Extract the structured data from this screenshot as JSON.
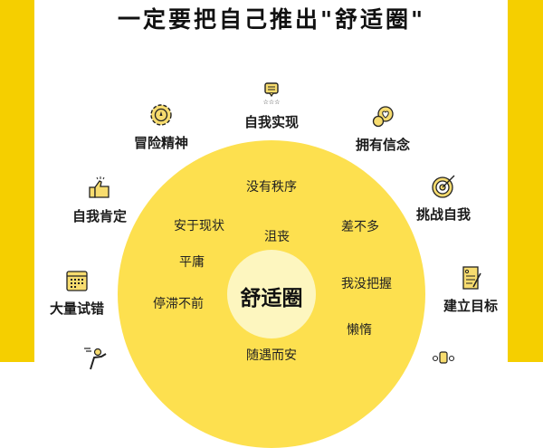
{
  "title": "一定要把自己推出\"舒适圈\"",
  "colors": {
    "border_yellow": "#f5cf00",
    "outer_circle": "#fde04f",
    "inner_circle": "#fdf6bf",
    "icon_fill": "#f7dc6f",
    "text": "#1a1a1a"
  },
  "center": {
    "label": "舒适圈"
  },
  "inside_words": [
    {
      "text": "没有秩序"
    },
    {
      "text": "安于现状"
    },
    {
      "text": "沮丧"
    },
    {
      "text": "差不多"
    },
    {
      "text": "平庸"
    },
    {
      "text": "我没把握"
    },
    {
      "text": "停滞不前"
    },
    {
      "text": "懒惰"
    },
    {
      "text": "随遇而安"
    }
  ],
  "outside_nodes": [
    {
      "label": "自我实现",
      "icon": "review-stars-icon"
    },
    {
      "label": "冒险精神",
      "icon": "gear-icon"
    },
    {
      "label": "拥有信念",
      "icon": "heart-chat-icon"
    },
    {
      "label": "自我肯定",
      "icon": "thumbs-up-icon"
    },
    {
      "label": "挑战自我",
      "icon": "target-arrow-icon"
    },
    {
      "label": "大量试错",
      "icon": "calendar-icon"
    },
    {
      "label": "建立目标",
      "icon": "document-pen-icon"
    },
    {
      "label": "",
      "icon": "running-person-icon"
    },
    {
      "label": "",
      "icon": "team-icon"
    }
  ]
}
